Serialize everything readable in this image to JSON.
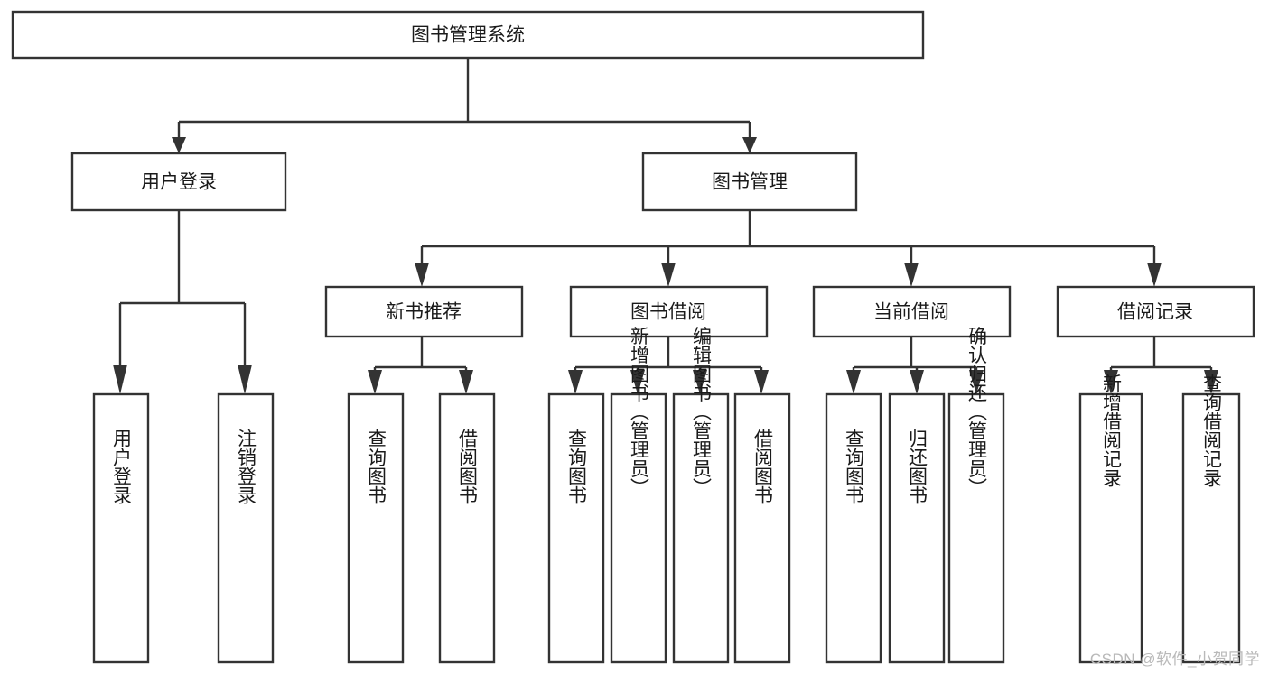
{
  "diagram": {
    "type": "tree-hierarchy-chart",
    "title": "图书管理系统",
    "watermark": "CSDN @软件_小贺同学",
    "colors": {
      "background": "#ffffff",
      "stroke": "#333333",
      "text": "#1a1a1a",
      "watermark": "#b9b9b9"
    },
    "levels": [
      {
        "level": 1,
        "nodes": [
          {
            "id": "root",
            "label": "图书管理系统",
            "orientation": "horizontal"
          }
        ]
      },
      {
        "level": 2,
        "nodes": [
          {
            "id": "login",
            "label": "用户登录",
            "orientation": "horizontal",
            "parent": "root"
          },
          {
            "id": "bookmgmt",
            "label": "图书管理",
            "orientation": "horizontal",
            "parent": "root"
          }
        ]
      },
      {
        "level": 3,
        "nodes": [
          {
            "id": "newbook",
            "label": "新书推荐",
            "orientation": "horizontal",
            "parent": "bookmgmt"
          },
          {
            "id": "borrow",
            "label": "图书借阅",
            "orientation": "horizontal",
            "parent": "bookmgmt"
          },
          {
            "id": "current",
            "label": "当前借阅",
            "orientation": "horizontal",
            "parent": "bookmgmt"
          },
          {
            "id": "record",
            "label": "借阅记录",
            "orientation": "horizontal",
            "parent": "bookmgmt"
          }
        ]
      },
      {
        "level": 4,
        "nodes": [
          {
            "id": "leaf-1",
            "label": "用户登录",
            "orientation": "vertical",
            "parent": "login"
          },
          {
            "id": "leaf-2",
            "label": "注销登录",
            "orientation": "vertical",
            "parent": "login"
          },
          {
            "id": "leaf-3",
            "label": "查询图书",
            "orientation": "vertical",
            "parent": "newbook"
          },
          {
            "id": "leaf-4",
            "label": "借阅图书",
            "orientation": "vertical",
            "parent": "newbook"
          },
          {
            "id": "leaf-5",
            "label": "查询图书",
            "orientation": "vertical",
            "parent": "borrow"
          },
          {
            "id": "leaf-6",
            "label": "新增图书（管理员）",
            "orientation": "vertical",
            "parent": "borrow"
          },
          {
            "id": "leaf-7",
            "label": "编辑图书（管理员）",
            "orientation": "vertical",
            "parent": "borrow"
          },
          {
            "id": "leaf-8",
            "label": "借阅图书",
            "orientation": "vertical",
            "parent": "borrow"
          },
          {
            "id": "leaf-9",
            "label": "查询图书",
            "orientation": "vertical",
            "parent": "current"
          },
          {
            "id": "leaf-10",
            "label": "归还图书",
            "orientation": "vertical",
            "parent": "current"
          },
          {
            "id": "leaf-11",
            "label": "确认归还（管理员）",
            "orientation": "vertical",
            "parent": "current"
          },
          {
            "id": "leaf-12",
            "label": "新增借阅记录",
            "orientation": "vertical",
            "parent": "record"
          },
          {
            "id": "leaf-13",
            "label": "查询借阅记录",
            "orientation": "vertical",
            "parent": "record"
          }
        ]
      }
    ]
  }
}
